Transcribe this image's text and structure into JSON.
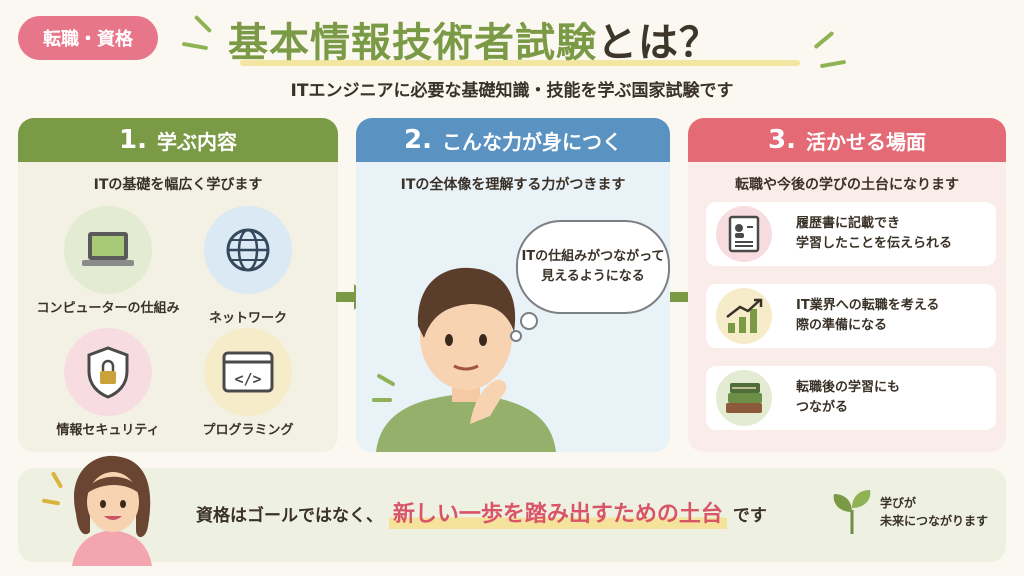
{
  "tag": "転職・資格",
  "title": {
    "main": "基本情報技術者試験",
    "suffix": "とは？"
  },
  "subtitle": "ITエンジニアに必要な基礎知識・技能を学ぶ国家試験です",
  "panels": [
    {
      "num": "1.",
      "heading": "学ぶ内容",
      "desc": "ITの基礎を幅広く学びます",
      "items": [
        {
          "icon": "laptop-icon",
          "label": "コンピューターの仕組み"
        },
        {
          "icon": "globe-icon",
          "label": "ネットワーク"
        },
        {
          "icon": "shield-lock-icon",
          "label": "情報セキュリティ"
        },
        {
          "icon": "code-window-icon",
          "label": "プログラミング"
        }
      ]
    },
    {
      "num": "2.",
      "heading": "こんな力が身につく",
      "desc": "ITの全体像を理解する力がつきます",
      "bubble": "ITの仕組みがつながって見えるようになる"
    },
    {
      "num": "3.",
      "heading": "活かせる場面",
      "desc": "転職や今後の学びの土台になります",
      "items": [
        {
          "icon": "resume-icon",
          "line1": "履歴書に記載でき",
          "line2": "学習したことを伝えられる"
        },
        {
          "icon": "growth-chart-icon",
          "line1": "IT業界への転職を考える",
          "line2": "際の準備になる"
        },
        {
          "icon": "books-icon",
          "line1": "転職後の学習にも",
          "line2": "つながる"
        }
      ]
    }
  ],
  "bottom": {
    "before": "資格はゴールではなく、",
    "highlight": "新しい一歩を踏み出すための土台",
    "after": "です",
    "side1": "学びが",
    "side2": "未来につながります"
  },
  "colors": {
    "green": "#7a9a45",
    "blue": "#5a93c2",
    "pink": "#e46a76",
    "tag": "#e8768a"
  }
}
